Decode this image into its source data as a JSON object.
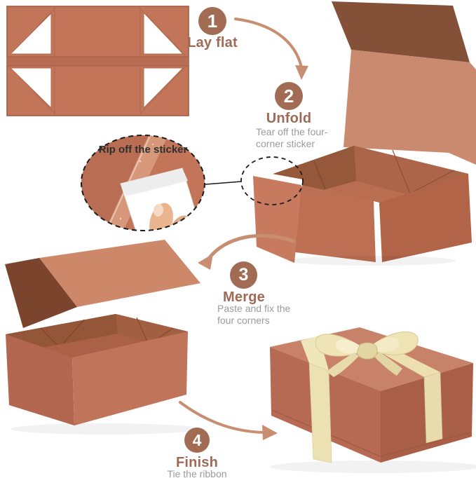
{
  "page": {
    "type": "gift-box folding instruction sheet"
  },
  "steps": [
    {
      "number": "1",
      "title": "Lay flat",
      "caption_lines": []
    },
    {
      "number": "2",
      "title": "Unfold",
      "caption_lines": [
        "Tear off the four-",
        "corner sticker"
      ]
    },
    {
      "number": "3",
      "title": "Merge",
      "caption_lines": [
        "Paste and fix the",
        "four corners"
      ]
    },
    {
      "number": "4",
      "title": "Finish",
      "caption_lines": [
        "Tie the ribbon"
      ]
    }
  ],
  "callout": {
    "label": "Rip off the sticker"
  },
  "colors": {
    "accent_brown": "#a26b54",
    "title_brown": "#9e6a55",
    "caption_gray": "#9b9b9b",
    "box_terracotta": "#c3755a",
    "box_dark_interior": "#7f4830",
    "lid_dark": "#845138",
    "ribbon_cream": "#ece1b3",
    "arrow_salmon": "#c78e72",
    "dashed_outline": "#1b1b1b"
  }
}
